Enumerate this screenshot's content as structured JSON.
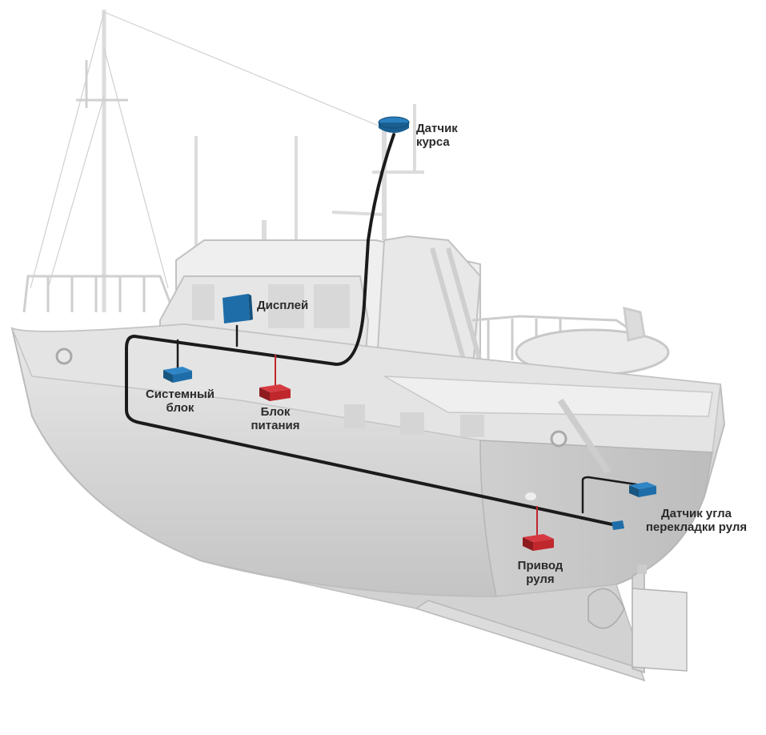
{
  "labels": {
    "heading_sensor": [
      "Датчик",
      "курса"
    ],
    "display": [
      "Дисплей"
    ],
    "system_unit": [
      "Системный",
      "блок"
    ],
    "power_unit": [
      "Блок",
      "питания"
    ],
    "rudder_sensor": [
      "Датчик угла",
      "перекладки руля"
    ],
    "rudder_drive": [
      "Привод",
      "руля"
    ]
  },
  "colors": {
    "hull": "#c9c9c9",
    "hull_light": "#e2e2e2",
    "superstructure": "#ececec",
    "outline": "#b3b3b3",
    "cable": "#1b1b1b",
    "blue_component": "#1f6da8",
    "red_component": "#c0272d",
    "text": "#2b2b2b"
  },
  "icons": [
    "heading-sensor-icon",
    "display-icon",
    "system-unit-icon",
    "power-unit-icon",
    "rudder-sensor-icon",
    "rudder-drive-icon"
  ]
}
